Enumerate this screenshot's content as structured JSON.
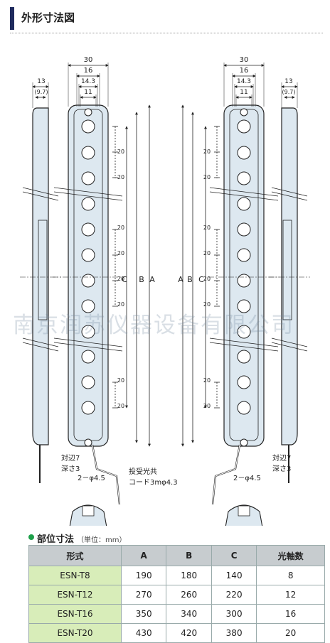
{
  "header": {
    "title": "外形寸法図"
  },
  "drawing": {
    "front_dims": {
      "w30": "30",
      "w16": "16",
      "w14_3": "14.3",
      "w11": "11"
    },
    "side_dims": {
      "w13": "13",
      "w9_7": "(9.7)"
    },
    "pitch": "20",
    "letters": {
      "a": "A",
      "b": "B",
      "c": "C"
    },
    "notes": {
      "hex_left": "対辺7",
      "depth_left": "深さ3",
      "hex_right": "対辺7",
      "depth_right": "深さ3",
      "hole_left": "2－φ4.5",
      "hole_right": "2－φ4.5",
      "cable_1": "投受光共",
      "cable_2": "コード3mφ4.3"
    }
  },
  "watermark": "南京润苏仪器设备有限公司",
  "dims_table": {
    "title": "部位寸法",
    "unit": "（単位：mm）",
    "headers": [
      "形式",
      "A",
      "B",
      "C",
      "光軸数"
    ],
    "rows": [
      [
        "ESN-T8",
        "190",
        "180",
        "140",
        "8"
      ],
      [
        "ESN-T12",
        "270",
        "260",
        "220",
        "12"
      ],
      [
        "ESN-T16",
        "350",
        "340",
        "300",
        "16"
      ],
      [
        "ESN-T20",
        "430",
        "420",
        "380",
        "20"
      ]
    ]
  },
  "colors": {
    "body_fill": "#dde8f0",
    "header_accent": "#1f2b5e",
    "model_cell": "#d8edb9",
    "header_cell": "#c7cccf"
  }
}
